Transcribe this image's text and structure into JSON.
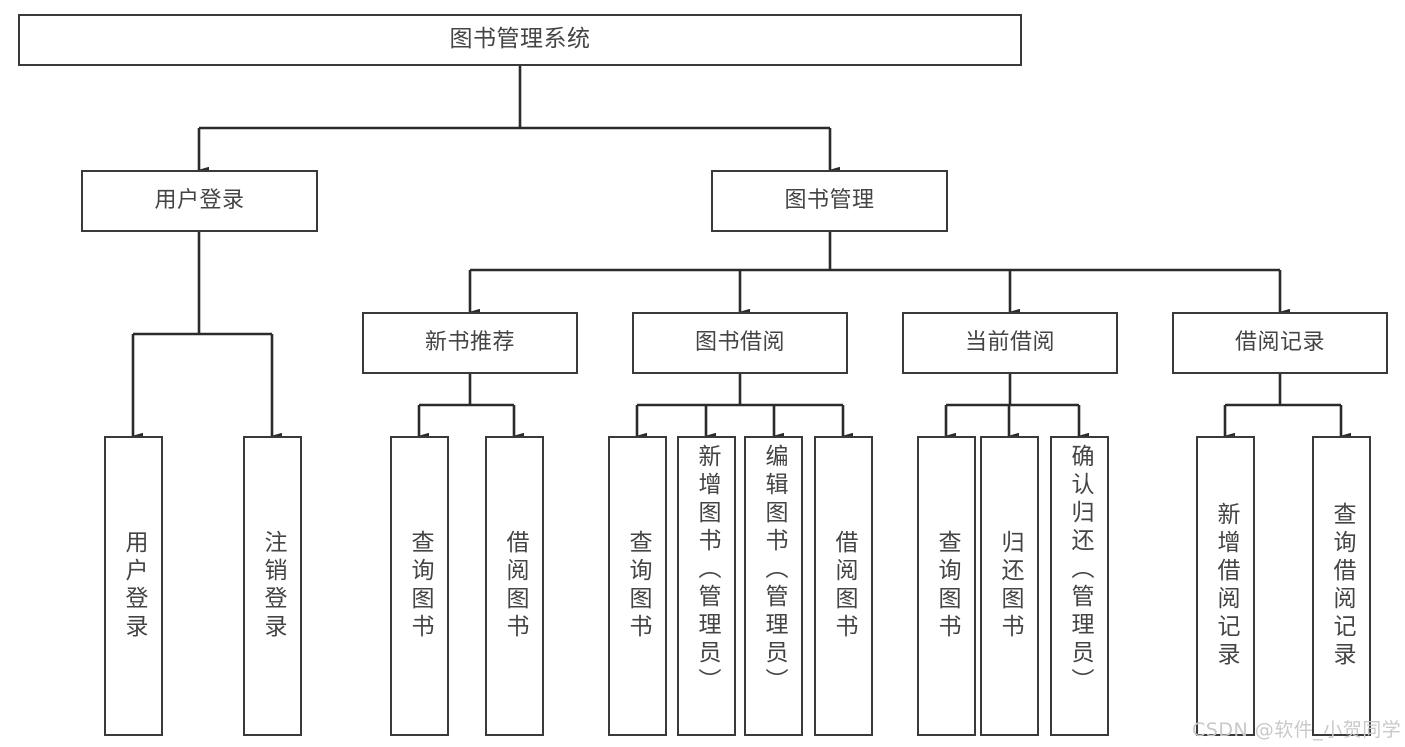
{
  "diagram": {
    "type": "tree",
    "title": "图书管理系统",
    "root": {
      "id": "root",
      "label": "图书管理系统",
      "orientation": "horizontal"
    },
    "level2": [
      {
        "id": "user-login",
        "label": "用户登录",
        "orientation": "horizontal"
      },
      {
        "id": "book-management",
        "label": "图书管理",
        "orientation": "horizontal"
      }
    ],
    "level3": [
      {
        "id": "new-book-recommend",
        "label": "新书推荐",
        "orientation": "horizontal",
        "parent": "book-management"
      },
      {
        "id": "book-borrow",
        "label": "图书借阅",
        "orientation": "horizontal",
        "parent": "book-management"
      },
      {
        "id": "current-borrow",
        "label": "当前借阅",
        "orientation": "horizontal",
        "parent": "book-management"
      },
      {
        "id": "borrow-record",
        "label": "借阅记录",
        "orientation": "horizontal",
        "parent": "book-management"
      }
    ],
    "leaves": [
      {
        "id": "leaf-user-login",
        "label": "用户登录",
        "parent": "user-login",
        "orientation": "vertical"
      },
      {
        "id": "leaf-logout-login",
        "label": "注销登录",
        "parent": "user-login",
        "orientation": "vertical"
      },
      {
        "id": "leaf-query-book-1",
        "label": "查询图书",
        "parent": "new-book-recommend",
        "orientation": "vertical"
      },
      {
        "id": "leaf-borrow-book-1",
        "label": "借阅图书",
        "parent": "new-book-recommend",
        "orientation": "vertical"
      },
      {
        "id": "leaf-query-book-2",
        "label": "查询图书",
        "parent": "book-borrow",
        "orientation": "vertical"
      },
      {
        "id": "leaf-add-book",
        "label": "新增图书（管理员）",
        "parent": "book-borrow",
        "orientation": "vertical"
      },
      {
        "id": "leaf-edit-book",
        "label": "编辑图书（管理员）",
        "parent": "book-borrow",
        "orientation": "vertical"
      },
      {
        "id": "leaf-borrow-book-2",
        "label": "借阅图书",
        "parent": "book-borrow",
        "orientation": "vertical"
      },
      {
        "id": "leaf-query-book-3",
        "label": "查询图书",
        "parent": "current-borrow",
        "orientation": "vertical"
      },
      {
        "id": "leaf-return-book",
        "label": "归还图书",
        "parent": "current-borrow",
        "orientation": "vertical"
      },
      {
        "id": "leaf-confirm-return",
        "label": "确认归还（管理员）",
        "parent": "current-borrow",
        "orientation": "vertical"
      },
      {
        "id": "leaf-add-record",
        "label": "新增借阅记录",
        "parent": "borrow-record",
        "orientation": "vertical"
      },
      {
        "id": "leaf-query-record",
        "label": "查询借阅记录",
        "parent": "borrow-record",
        "orientation": "vertical"
      }
    ],
    "colors": {
      "box_border": "#3a3a3a",
      "box_fill": "#ffffff",
      "text": "#444444",
      "edge": "#2b2b2b",
      "watermark": "#c9c9c9"
    }
  },
  "watermark": {
    "text": "CSDN @软件_小贺同学"
  }
}
